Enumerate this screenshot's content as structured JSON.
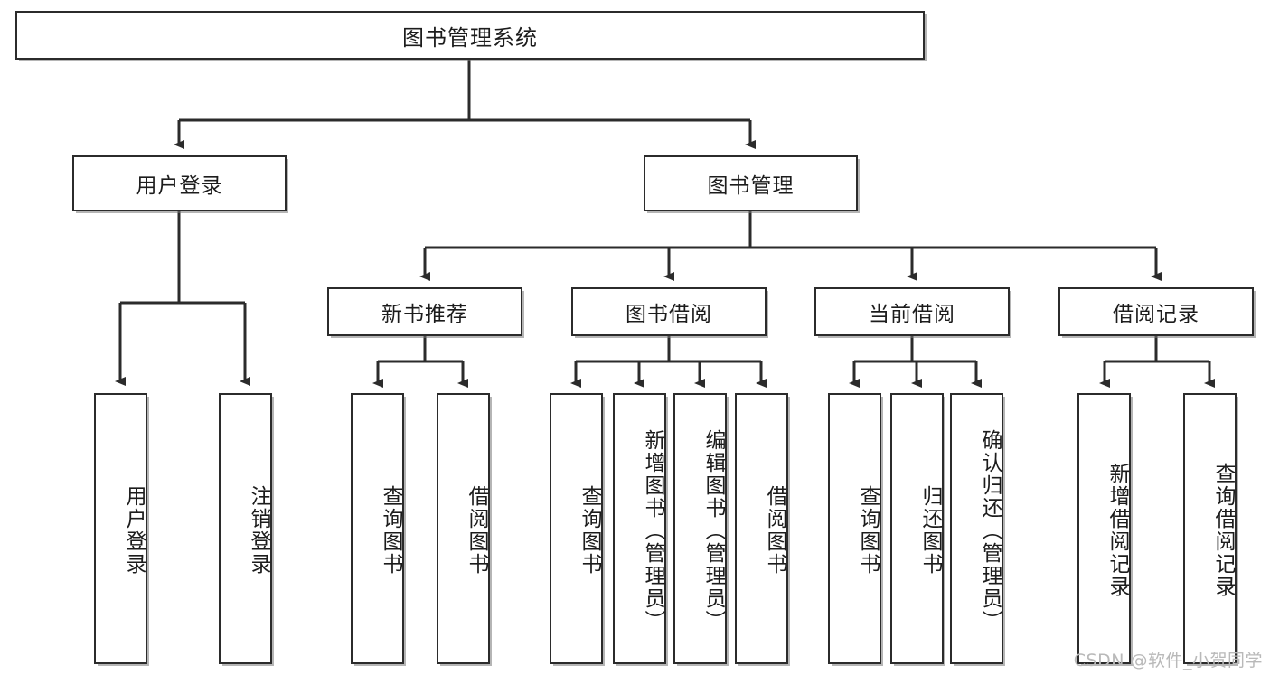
{
  "diagram": {
    "title": "图书管理系统",
    "type": "tree",
    "root": {
      "label": "图书管理系统"
    },
    "level2": [
      {
        "label": "用户登录"
      },
      {
        "label": "图书管理"
      }
    ],
    "level3": [
      {
        "label": "新书推荐"
      },
      {
        "label": "图书借阅"
      },
      {
        "label": "当前借阅"
      },
      {
        "label": "借阅记录"
      }
    ],
    "leaves": {
      "user_login": [
        {
          "label": "用户登录"
        },
        {
          "label": "注销登录"
        }
      ],
      "new_book": [
        {
          "label": "查询图书"
        },
        {
          "label": "借阅图书"
        }
      ],
      "book_borrow": [
        {
          "label": "查询图书"
        },
        {
          "label": "新增图书（管理员）"
        },
        {
          "label": "编辑图书（管理员）"
        },
        {
          "label": "借阅图书"
        }
      ],
      "current_borrow": [
        {
          "label": "查询图书"
        },
        {
          "label": "归还图书"
        },
        {
          "label": "确认归还（管理员）"
        }
      ],
      "borrow_record": [
        {
          "label": "新增借阅记录"
        },
        {
          "label": "查询借阅记录"
        }
      ]
    }
  },
  "watermark": {
    "text": "CSDN @软件_小贺同学"
  },
  "colors": {
    "line": "#2b2b2b",
    "box_border": "#2b2b2b",
    "background": "#ffffff",
    "watermark": "#b9b9b9"
  }
}
